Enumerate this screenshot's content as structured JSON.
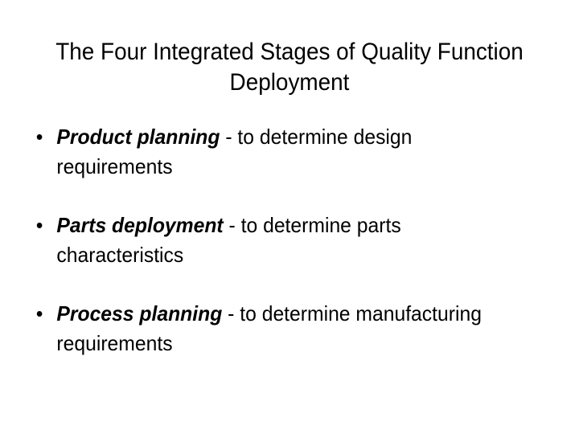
{
  "slide": {
    "background_color": "#ffffff",
    "text_color": "#000000",
    "title": "The Four Integrated Stages of Quality Function Deployment",
    "bullet_marker": "•",
    "bullets": [
      {
        "term": "Product planning",
        "separator": " - ",
        "description": "to determine design requirements"
      },
      {
        "term": "Parts deployment",
        "separator": " - ",
        "description": "to determine parts characteristics"
      },
      {
        "term": "Process planning",
        "separator": " - ",
        "description": "to determine manufacturing requirements"
      }
    ]
  }
}
